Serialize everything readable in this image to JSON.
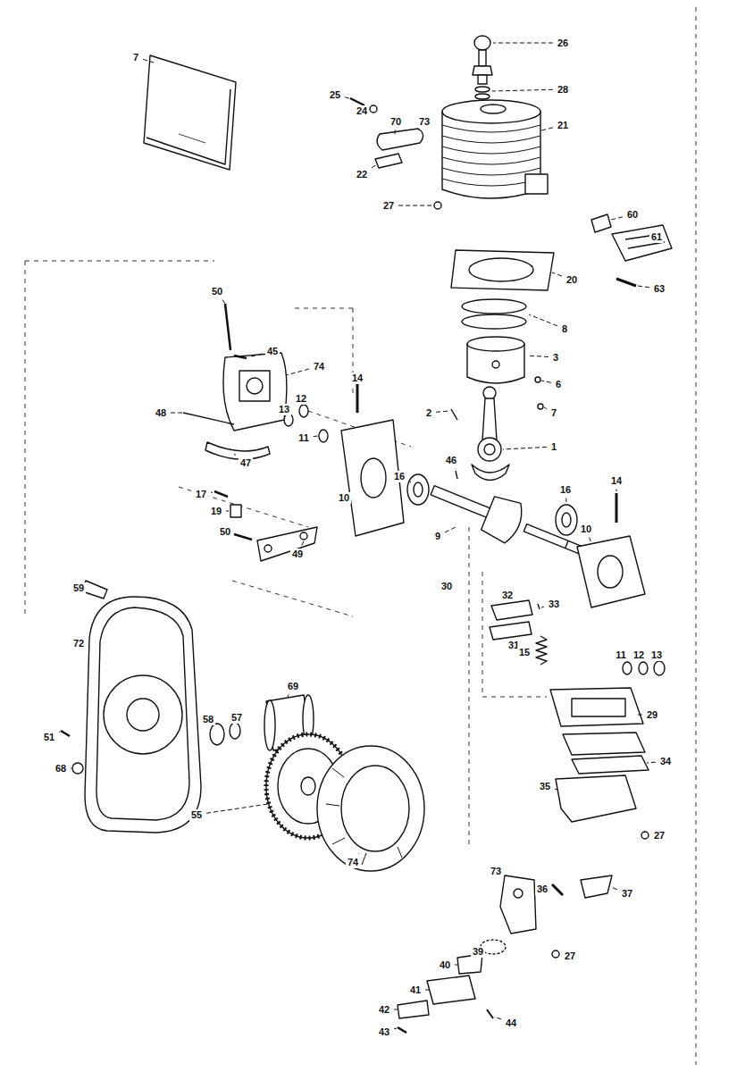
{
  "diagram": {
    "labels": [
      "7",
      "26",
      "25",
      "24",
      "70",
      "73",
      "28",
      "21",
      "22",
      "27",
      "60",
      "61",
      "20",
      "63",
      "50",
      "8",
      "45",
      "74",
      "3",
      "14",
      "12",
      "6",
      "48",
      "13",
      "2",
      "7",
      "11",
      "47",
      "1",
      "46",
      "17",
      "19",
      "10",
      "16",
      "9",
      "16",
      "14",
      "10",
      "50",
      "49",
      "30",
      "32",
      "33",
      "59",
      "31",
      "15",
      "11",
      "12",
      "13",
      "29",
      "72",
      "58",
      "57",
      "69",
      "51",
      "68",
      "34",
      "55",
      "35",
      "27",
      "74",
      "73",
      "36",
      "37",
      "39",
      "27",
      "40",
      "41",
      "44",
      "42",
      "43"
    ]
  }
}
